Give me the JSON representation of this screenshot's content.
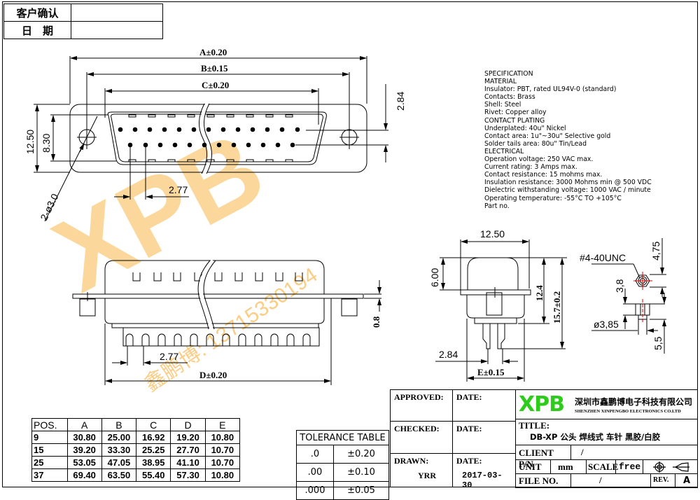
{
  "confirm_block": {
    "customer_confirm_label": "客户确认",
    "date_label": "日　期",
    "customer_confirm_value": "",
    "date_value": ""
  },
  "top_view": {
    "dim_a": "A±0.20",
    "dim_b": "B±0.15",
    "dim_c": "C±0.20",
    "height_outer": "12.50",
    "height_inner": "8.30",
    "pin_offset": "2.84",
    "pin_pitch": "2.77",
    "mount_holes": "2-ø3.0"
  },
  "front_view": {
    "flange_thickness": "0.8",
    "pin_pitch": "2.77",
    "dim_d": "D±0.20"
  },
  "side_view": {
    "width": "12.50",
    "shell_height": "6.00",
    "body_height": "12.4",
    "total_height": "15.7±0.2",
    "tail_offset": "2.84",
    "dim_e": "E±0.15"
  },
  "hardware_detail": {
    "thread": "#4-40UNC",
    "dim_a": "4,75",
    "dim_b": "3,8",
    "diameter": "ø3,85",
    "length": "5,5"
  },
  "specification": {
    "lines": [
      "SPECIFICATION",
      "MATERIAL",
      "Insulator: PBT, rated UL94V-0 (standard)",
      "Contacts: Brass",
      "Shell: Steel",
      "Rivet: Copper alloy",
      "CONTACT PLATING",
      "Underplated: 40u\" Nickel",
      "Contact area: 1u\"~30u\" Selective gold",
      "Solder tails area: 80u\" Tin/Lead",
      "ELECTRICAL",
      "Operation voltage: 250 VAC max.",
      "Current rating: 3 Amps max.",
      "Contact resistance: 15 mohms max.",
      "Insulation resistance: 3000 Mohms min @ 500 VDC",
      "Dielectric withstanding voltage: 1000 VAC / minute",
      "Operating temperature: -55°C TO +105°C",
      "Part no."
    ]
  },
  "positions_table": {
    "headers": [
      "POS.",
      "A",
      "B",
      "C",
      "D",
      "E"
    ],
    "rows": [
      [
        "9",
        "30.80",
        "25.00",
        "16.92",
        "19.20",
        "10.80"
      ],
      [
        "15",
        "39.20",
        "33.30",
        "25.25",
        "27.70",
        "10.70"
      ],
      [
        "25",
        "53.05",
        "47.05",
        "38.95",
        "41.10",
        "10.70"
      ],
      [
        "37",
        "69.40",
        "63.50",
        "55.40",
        "57.30",
        "10.80"
      ]
    ]
  },
  "tolerance_table": {
    "title": "TOLERANCE TABLE",
    "rows": [
      [
        ".0",
        "±0.20"
      ],
      [
        ".00",
        "±0.10"
      ],
      [
        ".000",
        "±0.05"
      ]
    ]
  },
  "title_block": {
    "approved_label": "APPROVED:",
    "checked_label": "CHECKED:",
    "drawn_label": "DRAWN:",
    "drawn_value": "YRR",
    "date_label": "DATE:",
    "drawn_date": "2017-03-30",
    "logo_text": "XPB",
    "company_cn": "深圳市鑫鹏博电子科技有限公司",
    "company_en": "SHENZHEN XINPENGBO ELECTRONICS CO.LTD",
    "title_label": "TITLE:",
    "title_value": "DB-XP 公头 焊线式 车针 黑胶/白胶",
    "client_pn_label": "CLIENT P/N",
    "client_pn_value": "/",
    "unit_label": "UNIT",
    "unit_value": "mm",
    "scale_label": "SCALE",
    "scale_value": "free",
    "file_no_label": "FILE NO.",
    "file_no_value": "/",
    "rev_label": "REV.",
    "rev_value": "A"
  },
  "watermark": {
    "logo": "XPB",
    "text": "鑫鹏博: 13715330194",
    "color": "#f5a623"
  },
  "colors": {
    "logo_green": "#2ecc1a",
    "centerline_red": "#e00000"
  }
}
